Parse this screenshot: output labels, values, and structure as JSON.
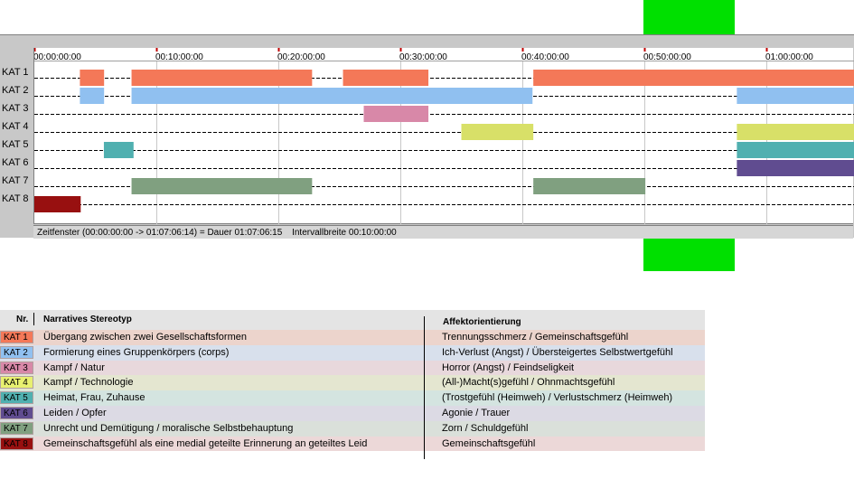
{
  "colors": {
    "kat1": "#f47858",
    "kat2": "#90c0f0",
    "kat3": "#d888a8",
    "kat4": "#d8e068",
    "kat5": "#50b0b0",
    "kat6": "#604c90",
    "kat7": "#80a080",
    "kat8": "#981010",
    "marker": "#00e000"
  },
  "chart_data": {
    "type": "timeline",
    "x_unit": "seconds",
    "xlim": [
      0,
      4034
    ],
    "x_tick_labels": [
      "00:00:00:00",
      "00:10:00:00",
      "00:20:00:00",
      "00:30:00:00",
      "00:40:00:00",
      "00:50:00:00",
      "01:00:00:00"
    ],
    "x_tick_values": [
      0,
      600,
      1200,
      1800,
      2400,
      3000,
      3600
    ],
    "highlight_range": [
      3000,
      3450
    ],
    "categories": [
      "KAT 1",
      "KAT 2",
      "KAT 3",
      "KAT 4",
      "KAT 5",
      "KAT 6",
      "KAT 7",
      "KAT 8"
    ],
    "series": [
      {
        "name": "KAT 1",
        "color": "#f47858",
        "segments": [
          [
            224,
            343
          ],
          [
            478,
            1366
          ],
          [
            1518,
            1938
          ],
          [
            2454,
            4034
          ]
        ]
      },
      {
        "name": "KAT 2",
        "color": "#90c0f0",
        "segments": [
          [
            224,
            343
          ],
          [
            478,
            2450
          ],
          [
            3455,
            4034
          ]
        ]
      },
      {
        "name": "KAT 3",
        "color": "#d888a8",
        "segments": [
          [
            1620,
            1938
          ]
        ]
      },
      {
        "name": "KAT 4",
        "color": "#d8e068",
        "segments": [
          [
            2100,
            2454
          ],
          [
            3455,
            4034
          ]
        ]
      },
      {
        "name": "KAT 5",
        "color": "#50b0b0",
        "segments": [
          [
            342,
            488
          ],
          [
            3455,
            4034
          ]
        ]
      },
      {
        "name": "KAT 6",
        "color": "#604c90",
        "segments": [
          [
            3455,
            4034
          ]
        ]
      },
      {
        "name": "KAT 7",
        "color": "#80a080",
        "segments": [
          [
            478,
            1366
          ],
          [
            2454,
            3005
          ]
        ]
      },
      {
        "name": "KAT 8",
        "color": "#981010",
        "segments": [
          [
            0,
            228
          ]
        ]
      }
    ]
  },
  "status_bar": {
    "window": "Zeitfenster (00:00:00:00 -> 01:07:06:14) = Dauer 01:07:06:15",
    "interval": "Intervallbreite 00:10:00:00"
  },
  "legend": {
    "header_nr": "Nr.",
    "header_narrative": "Narratives Stereotyp",
    "header_affect": "Affektorientierung",
    "rows": [
      {
        "nr": "KAT 1",
        "narrative": "Übergang zwischen zwei Gesellschaftsformen",
        "affect": "Trennungsschmerz / Gemeinschaftsgefühl",
        "bg": "#ecd4cc",
        "badge": "#f47858"
      },
      {
        "nr": "KAT 2",
        "narrative": "Formierung eines Gruppenkörpers (corps)",
        "affect": "Ich-Verlust (Angst) / Übersteigertes Selbstwertgefühl",
        "bg": "#d8e0ec",
        "badge": "#90c0f0"
      },
      {
        "nr": "KAT 3",
        "narrative": "Kampf / Natur",
        "affect": "Horror (Angst) / Feindseligkeit",
        "bg": "#e8d8dc",
        "badge": "#d888a8"
      },
      {
        "nr": "KAT 4",
        "narrative": "Kampf / Technologie",
        "affect": "(All-)Macht(s)gefühl / Ohnmachtsgefühl",
        "bg": "#e4e6d0",
        "badge": "#e8f070"
      },
      {
        "nr": "KAT 5",
        "narrative": "Heimat, Frau, Zuhause",
        "affect": "(Trostgefühl (Heimweh) / Verlustschmerz (Heimweh)",
        "bg": "#d4e4e0",
        "badge": "#50b0b0"
      },
      {
        "nr": "KAT 6",
        "narrative": "Leiden / Opfer",
        "affect": "Agonie / Trauer",
        "bg": "#dcdae4",
        "badge": "#604c90"
      },
      {
        "nr": "KAT 7",
        "narrative": "Unrecht und Demütigung / moralische Selbstbehauptung",
        "affect": "Zorn / Schuldgefühl",
        "bg": "#dae0da",
        "badge": "#80a080"
      },
      {
        "nr": "KAT 8",
        "narrative": "Gemeinschaftsgefühl als eine medial geteilte Erinnerung an geteiltes Leid",
        "affect": "Gemeinschaftsgefühl",
        "bg": "#ecd8d8",
        "badge": "#981010"
      }
    ]
  }
}
